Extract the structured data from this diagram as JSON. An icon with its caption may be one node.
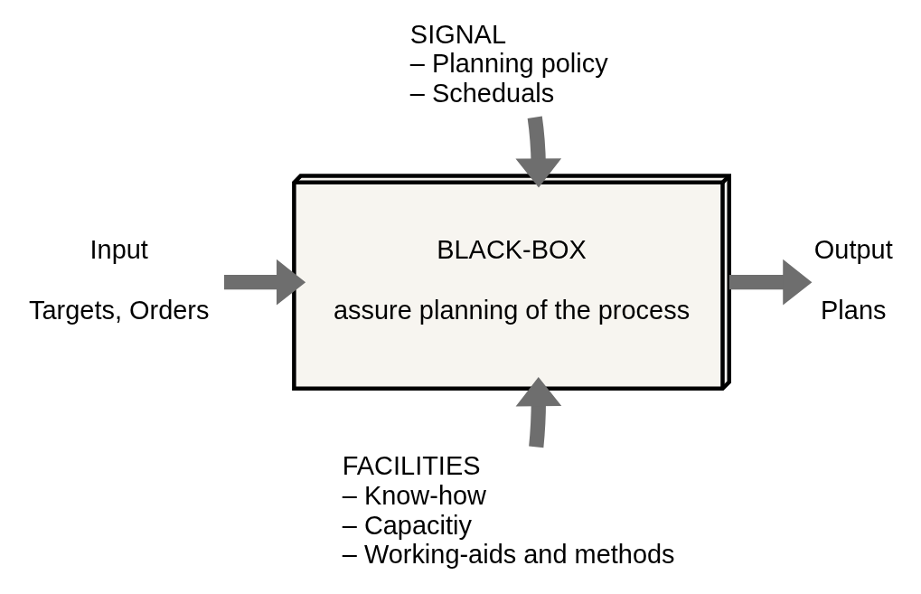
{
  "diagram": {
    "nodes": [
      {
        "text": [
          "SIGNAL",
          "– Planning policy",
          "– Scheduals"
        ]
      },
      {
        "text": [
          "Input",
          "Targets, Orders"
        ]
      },
      {
        "text": [
          "BLACK-BOX",
          "assure planning of the process"
        ]
      },
      {
        "text": [
          "Output",
          "Plans"
        ]
      },
      {
        "text": [
          "FACILITIES",
          "– Know-how",
          "– Capacitiy",
          "– Working-aids and methods"
        ]
      }
    ],
    "edges": [
      {
        "from": 0,
        "to": 2,
        "arrow": "to"
      },
      {
        "from": 1,
        "to": 2,
        "arrow": "to"
      },
      {
        "from": 2,
        "to": 3,
        "arrow": "to"
      },
      {
        "from": 4,
        "to": 2,
        "arrow": "to"
      }
    ]
  }
}
